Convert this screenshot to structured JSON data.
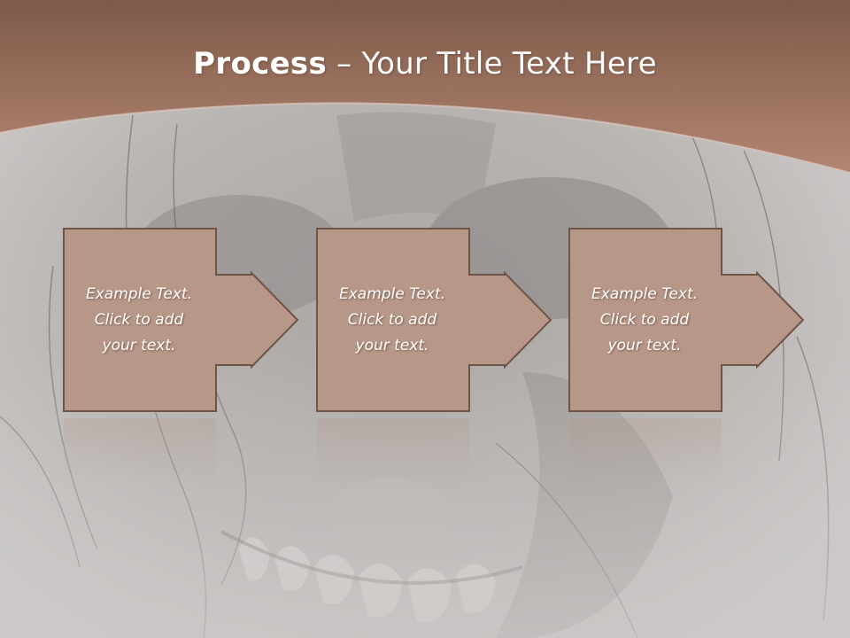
{
  "slide": {
    "title_bold": "Process",
    "title_rest": " – Your Title Text Here"
  },
  "steps": [
    {
      "line1": "Example Text.",
      "line2": "Click  to add",
      "line3": "your text."
    },
    {
      "line1": "Example Text.",
      "line2": "Click  to add",
      "line3": "your text."
    },
    {
      "line1": "Example Text.",
      "line2": "Click  to add",
      "line3": "your text."
    }
  ],
  "colors": {
    "header_top": "#7e5a48",
    "header_bottom": "#b38572",
    "box_fill": "#b79888",
    "box_stroke": "#6f5448",
    "background": "#c9c6c5"
  }
}
